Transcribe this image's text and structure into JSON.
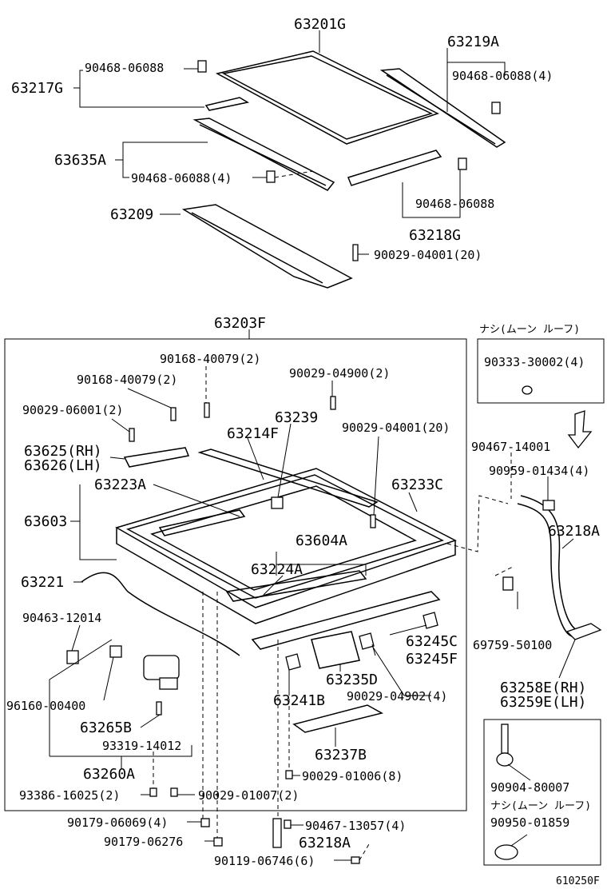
{
  "labels": {
    "p63201G": "63201G",
    "p63219A": "63219A",
    "p63217G": "63217G",
    "p90468_06088_a": "90468-06088",
    "p90468_06088_4a": "90468-06088(4)",
    "p63635A": "63635A",
    "p90468_06088_4b": "90468-06088(4)",
    "p90468_06088_b": "90468-06088",
    "p63218G": "63218G",
    "p63209": "63209",
    "p90029_04001_20a": "90029-04001(20)",
    "p63203F": "63203F",
    "p90168_40079_2a": "90168-40079(2)",
    "p90168_40079_2b": "90168-40079(2)",
    "p90029_04900_2": "90029-04900(2)",
    "p90029_06001_2": "90029-06001(2)",
    "p63239": "63239",
    "p63214F": "63214F",
    "p90029_04001_20b": "90029-04001(20)",
    "p63625": "63625(RH)",
    "p63626": "63626(LH)",
    "p63223A": "63223A",
    "p63233C": "63233C",
    "p63603": "63603",
    "p63604A": "63604A",
    "p63221": "63221",
    "p63224A": "63224A",
    "p90463_12014": "90463-12014",
    "p63245C": "63245C",
    "p63245F": "63245F",
    "p63235D": "63235D",
    "p90029_04902_4": "90029-04902(4)",
    "p96160_00400": "96160-00400",
    "p63241B": "63241B",
    "p63265B": "63265B",
    "p93319_14012": "93319-14012",
    "p63237B": "63237B",
    "p63260A": "63260A",
    "p90029_01006_8": "90029-01006(8)",
    "p93386_16025_2": "93386-16025(2)",
    "p90029_01007_2": "90029-01007(2)",
    "p90179_06069_4": "90179-06069(4)",
    "p90467_13057_4": "90467-13057(4)",
    "p90179_06276": "90179-06276",
    "p63218A_b": "63218A",
    "p90119_06746_6": "90119-06746(6)",
    "nashi_a": "ナシ(ムーン ルーフ)",
    "p90333_30002_4": "90333-30002(4)",
    "p90467_14001": "90467-14001",
    "p90959_01434_4": "90959-01434(4)",
    "p63218A_a": "63218A",
    "p69759_50100": "69759-50100",
    "p63258E": "63258E(RH)",
    "p63259E": "63259E(LH)",
    "p90904_80007": "90904-80007",
    "nashi_b": "ナシ(ムーン ルーフ)",
    "p90950_01859": "90950-01859",
    "figure_code": "610250F"
  }
}
